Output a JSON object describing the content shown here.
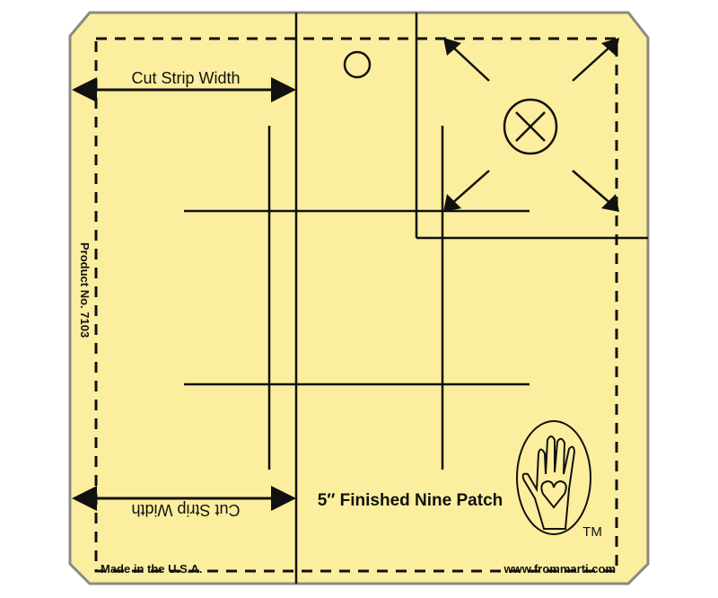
{
  "ruler": {
    "color": "#FBEE9E",
    "edge_color": "#8a8a80",
    "line_color": "#111111",
    "top_label": "Cut Strip Width",
    "bottom_label": "Cut Strip Width",
    "product_no": "Product No. 7103",
    "title": "5″ Finished Nine Patch",
    "made_in": "Made in the U.S.A.",
    "website": "www.frommarti.com",
    "trademark": "TM",
    "icons": [
      "hole-circle-icon",
      "center-cross-circle-icon",
      "corner-arrows-icon",
      "hand-heart-logo"
    ]
  }
}
